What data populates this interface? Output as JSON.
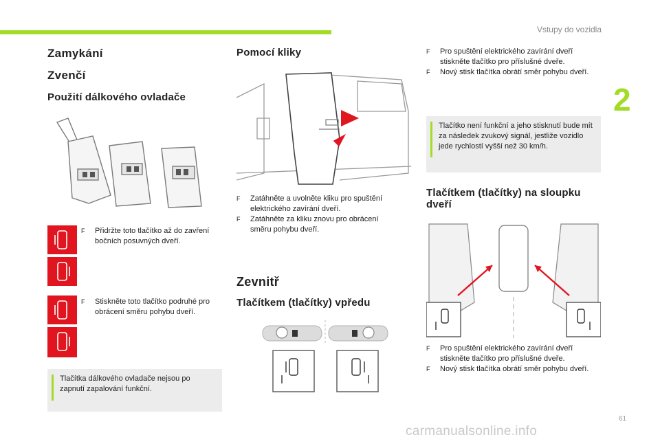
{
  "header": {
    "running_title": "Vstupy do vozidla",
    "chapter": "2",
    "page_number": "61"
  },
  "watermark": "carmanualsonline.info",
  "col1": {
    "title": "Zamykání",
    "subtitle": "Zvenčí",
    "section": "Použití dálkového ovladače",
    "bullets": [
      {
        "marker": "F",
        "text": "Přidržte toto tlačítko až do zavření bočních posuvných dveří."
      },
      {
        "marker": "F",
        "text": "Stiskněte toto tlačítko podruhé pro obrácení směru pohybu dveří."
      }
    ],
    "note": "Tlačítka dálkového ovladače nejsou po zapnutí zapalování funkční."
  },
  "col2": {
    "section": "Pomocí kliky",
    "bullets": [
      {
        "marker": "F",
        "text": "Zatáhněte a uvolněte kliku pro spuštění elektrického zavírání dveří."
      },
      {
        "marker": "F",
        "text": "Zatáhněte za kliku znovu pro obrácení směru pohybu dveří."
      }
    ],
    "inside_title": "Zevnitř",
    "inside_section": "Tlačítkem (tlačítky) vpředu"
  },
  "col3": {
    "bullets_top": [
      {
        "marker": "F",
        "text": "Pro spuštění elektrického zavírání dveří stiskněte tlačítko pro příslušné dveře."
      },
      {
        "marker": "F",
        "text": "Nový stisk tlačítka obrátí směr pohybu dveří."
      }
    ],
    "note": "Tlačítko není funkční a jeho stisknutí bude mít za následek zvukový signál, jestliže vozidlo jede rychlostí vyšší než 30 km/h.",
    "section": "Tlačítkem (tlačítky) na sloupku dveří",
    "bullets_bottom": [
      {
        "marker": "F",
        "text": "Pro spuštění elektrického zavírání dveří stiskněte tlačítko pro příslušné dveře."
      },
      {
        "marker": "F",
        "text": "Nový stisk tlačítka obrátí směr pohybu dveří."
      }
    ]
  },
  "colors": {
    "accent": "#a3dc27",
    "red": "#e0151f",
    "note_bg": "#ececec"
  },
  "icons": [
    "key-fob-icon",
    "van-door-icon",
    "door-button-icon",
    "info-bar-icon"
  ]
}
